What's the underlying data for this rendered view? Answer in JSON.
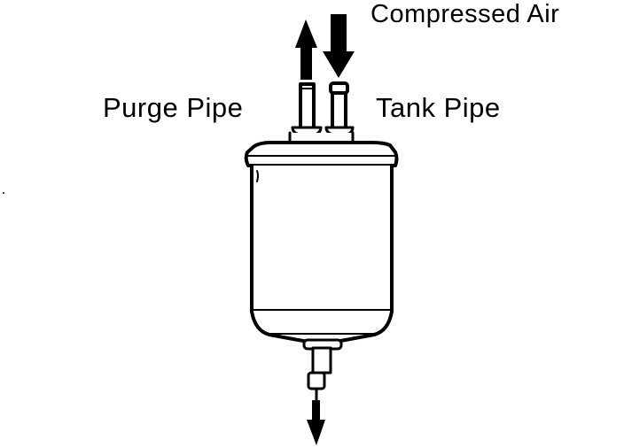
{
  "labels": {
    "compressed_air": "Compressed Air",
    "purge_pipe": "Purge Pipe",
    "tank_pipe": "Tank Pipe"
  },
  "colors": {
    "ink": "#000000",
    "paper": "#ffffff"
  }
}
